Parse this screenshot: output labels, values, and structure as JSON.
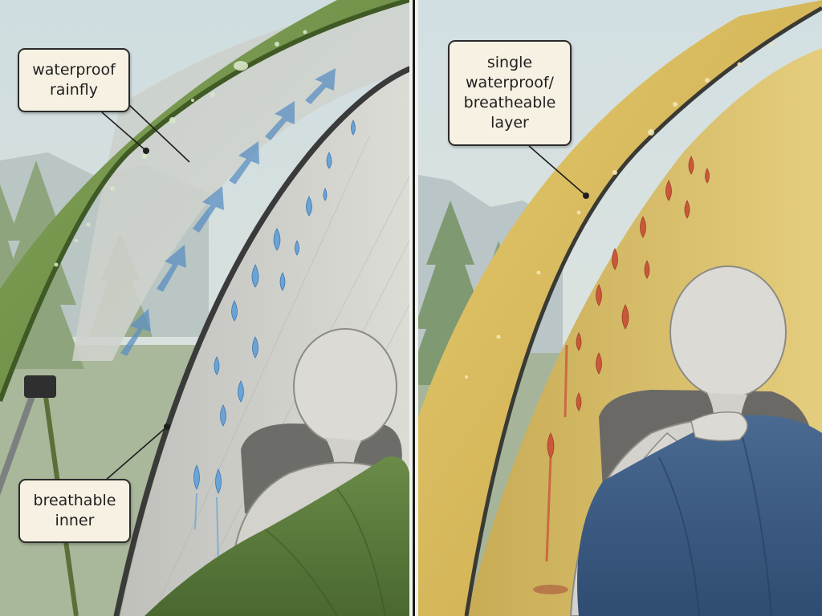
{
  "labels": {
    "left_top": "waterproof\nrainfly",
    "left_bottom": "breathable\ninner",
    "right_top": "single\nwaterproof/\nbreatheable\nlayer"
  },
  "colors": {
    "rainfly": "#6f8f45",
    "inner_mesh": "#c9c9c4",
    "single_wall": "#d9bd5e",
    "condensation_left": "#6aa3d6",
    "condensation_right": "#c9583a",
    "sleeping_bag_left": "#5b7a3e",
    "sleeping_bag_right": "#3b5a80",
    "vapor_arrow": "#5b8fc2"
  },
  "icons": [
    "vapor-arrow-icon",
    "water-drop-icon",
    "person-figure-icon"
  ]
}
